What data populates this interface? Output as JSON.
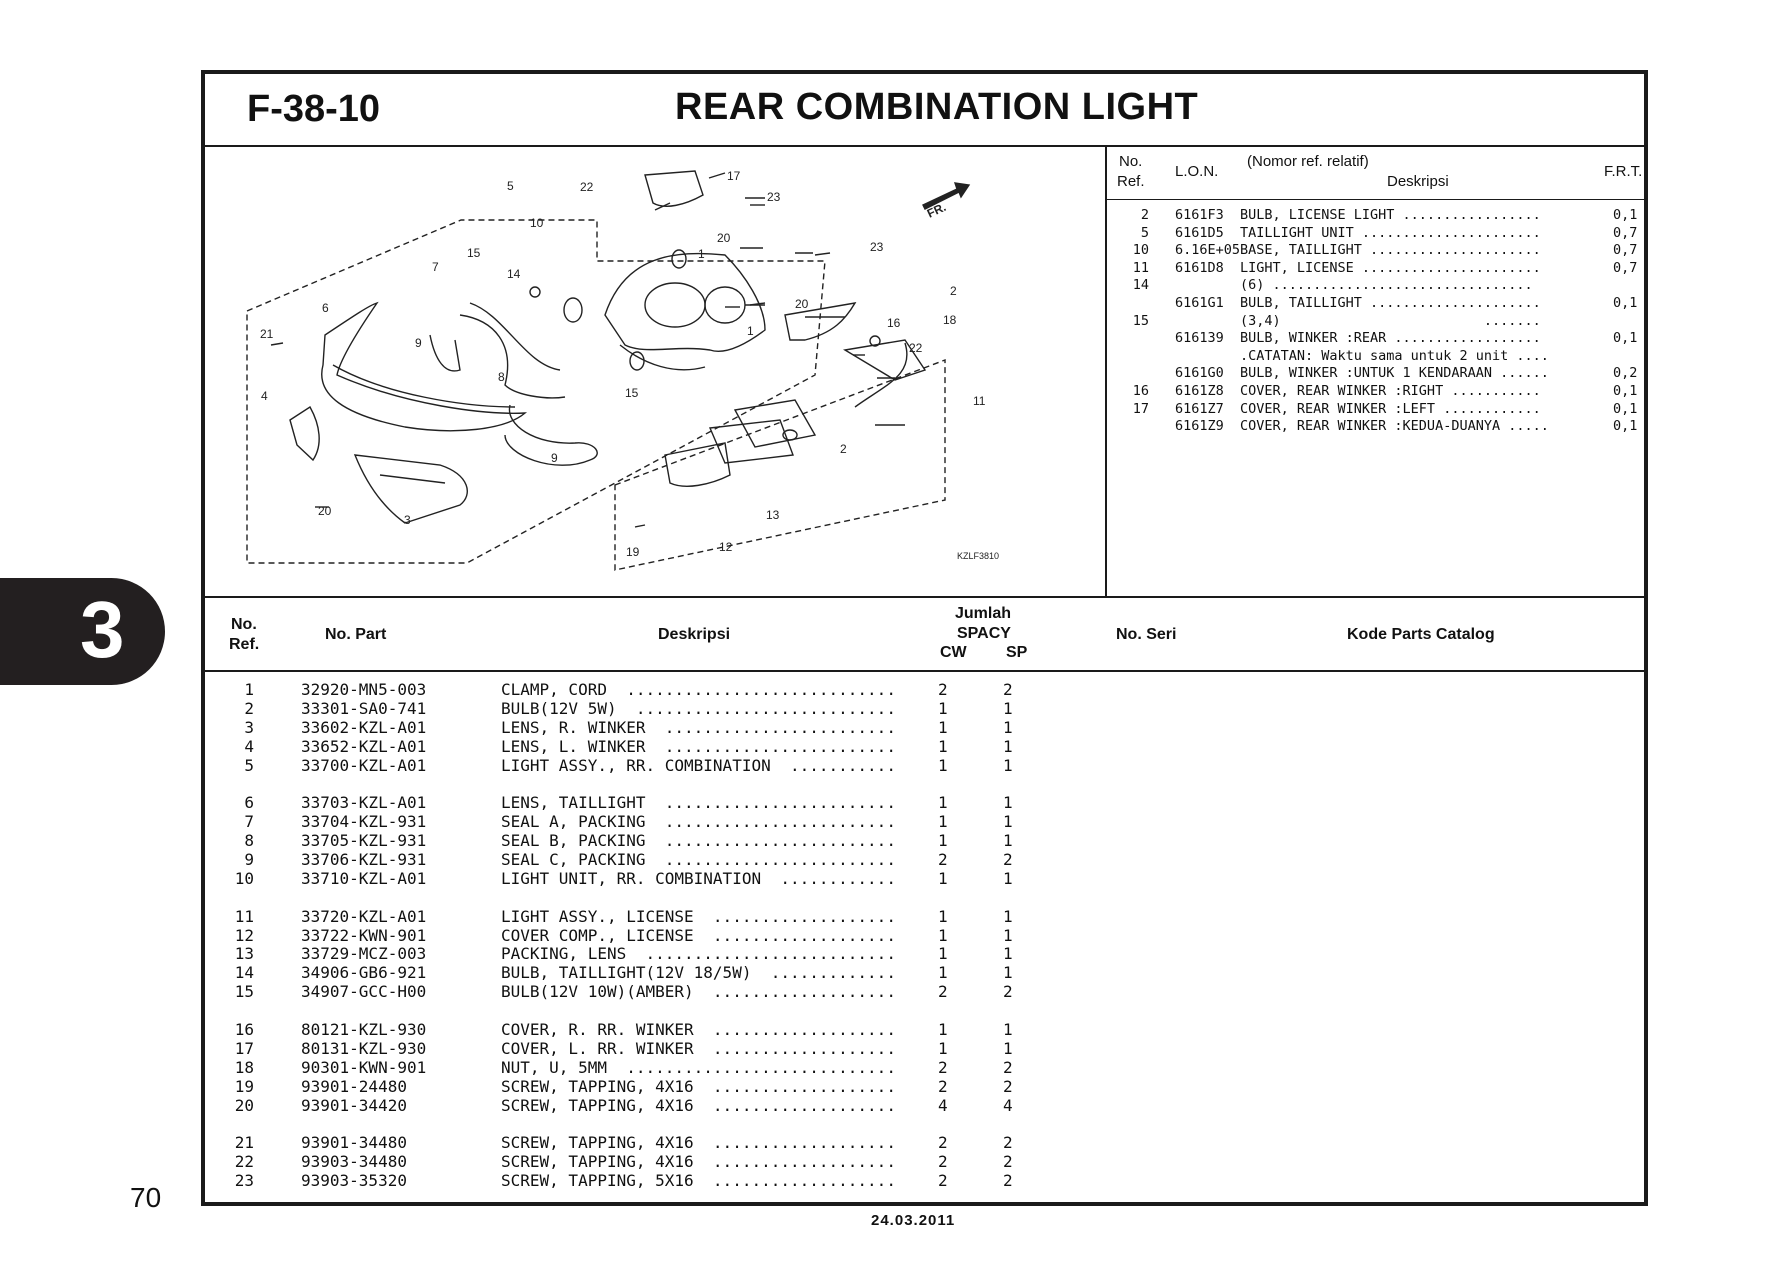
{
  "header": {
    "code": "F-38-10",
    "title": "REAR COMBINATION LIGHT"
  },
  "diagram": {
    "drawing_code": "KZLF3810",
    "fr_label": "FR.",
    "callouts": [
      "2",
      "5",
      "22",
      "17",
      "23",
      "10",
      "20",
      "1",
      "15",
      "7",
      "14",
      "23",
      "6",
      "20",
      "1",
      "16",
      "18",
      "21",
      "9",
      "22",
      "8",
      "15",
      "4",
      "11",
      "2",
      "9",
      "13",
      "20",
      "3",
      "12",
      "19"
    ]
  },
  "lon": {
    "head": {
      "no": "No.",
      "ref": "Ref.",
      "lon": "L.O.N.",
      "nomor": "(Nomor ref. relatif)",
      "desk": "Deskripsi",
      "frt": "F.R.T."
    },
    "rows": [
      {
        "ref": "2",
        "lon": "6161F3",
        "desc": "BULB, LICENSE LIGHT .................",
        "frt": "0,1"
      },
      {
        "ref": "5",
        "lon": "6161D5",
        "desc": "TAILLIGHT UNIT ......................",
        "frt": "0,7"
      },
      {
        "ref": "10",
        "lon": "6.16E+05",
        "desc": "BASE, TAILLIGHT .....................",
        "frt": "0,7"
      },
      {
        "ref": "11",
        "lon": "6161D8",
        "desc": "LIGHT, LICENSE ......................",
        "frt": "0,7"
      },
      {
        "ref": "14",
        "lon": "",
        "desc": "(6) ................................",
        "frt": ""
      },
      {
        "ref": "",
        "lon": "6161G1",
        "desc": "BULB, TAILLIGHT .....................",
        "frt": "0,1"
      },
      {
        "ref": "15",
        "lon": "",
        "desc": "(3,4)                         .......",
        "frt": ""
      },
      {
        "ref": "",
        "lon": "616139",
        "desc": "BULB, WINKER :REAR ..................",
        "frt": "0,1"
      },
      {
        "ref": "",
        "lon": "",
        "desc": ".CATATAN: Waktu sama untuk 2 unit ....",
        "frt": ""
      },
      {
        "ref": "",
        "lon": "6161G0",
        "desc": "BULB, WINKER :UNTUK 1 KENDARAAN ......",
        "frt": "0,2"
      },
      {
        "ref": "16",
        "lon": "6161Z8",
        "desc": "COVER, REAR WINKER :RIGHT ...........",
        "frt": "0,1"
      },
      {
        "ref": "17",
        "lon": "6161Z7",
        "desc": "COVER, REAR WINKER :LEFT ............",
        "frt": "0,1"
      },
      {
        "ref": "",
        "lon": "6161Z9",
        "desc": "COVER, REAR WINKER :KEDUA-DUANYA .....",
        "frt": "0,1"
      }
    ]
  },
  "parts_head": {
    "no": "No.",
    "ref": "Ref.",
    "part": "No. Part",
    "desk": "Deskripsi",
    "jumlah": "Jumlah",
    "spacy": "SPACY",
    "cw": "CW",
    "sp": "SP",
    "seri": "No. Seri",
    "kode": "Kode Parts Catalog"
  },
  "parts_groups": [
    [
      {
        "ref": "1",
        "part": "32920-MN5-003",
        "desc": "CLAMP, CORD  ............................",
        "cw": "2",
        "sp": "2"
      },
      {
        "ref": "2",
        "part": "33301-SA0-741",
        "desc": "BULB(12V 5W)  ...........................",
        "cw": "1",
        "sp": "1"
      },
      {
        "ref": "3",
        "part": "33602-KZL-A01",
        "desc": "LENS, R. WINKER  ........................",
        "cw": "1",
        "sp": "1"
      },
      {
        "ref": "4",
        "part": "33652-KZL-A01",
        "desc": "LENS, L. WINKER  ........................",
        "cw": "1",
        "sp": "1"
      },
      {
        "ref": "5",
        "part": "33700-KZL-A01",
        "desc": "LIGHT ASSY., RR. COMBINATION  ...........",
        "cw": "1",
        "sp": "1"
      }
    ],
    [
      {
        "ref": "6",
        "part": "33703-KZL-A01",
        "desc": "LENS, TAILLIGHT  ........................",
        "cw": "1",
        "sp": "1"
      },
      {
        "ref": "7",
        "part": "33704-KZL-931",
        "desc": "SEAL A, PACKING  ........................",
        "cw": "1",
        "sp": "1"
      },
      {
        "ref": "8",
        "part": "33705-KZL-931",
        "desc": "SEAL B, PACKING  ........................",
        "cw": "1",
        "sp": "1"
      },
      {
        "ref": "9",
        "part": "33706-KZL-931",
        "desc": "SEAL C, PACKING  ........................",
        "cw": "2",
        "sp": "2"
      },
      {
        "ref": "10",
        "part": "33710-KZL-A01",
        "desc": "LIGHT UNIT, RR. COMBINATION  ............",
        "cw": "1",
        "sp": "1"
      }
    ],
    [
      {
        "ref": "11",
        "part": "33720-KZL-A01",
        "desc": "LIGHT ASSY., LICENSE  ...................",
        "cw": "1",
        "sp": "1"
      },
      {
        "ref": "12",
        "part": "33722-KWN-901",
        "desc": "COVER COMP., LICENSE  ...................",
        "cw": "1",
        "sp": "1"
      },
      {
        "ref": "13",
        "part": "33729-MCZ-003",
        "desc": "PACKING, LENS  ..........................",
        "cw": "1",
        "sp": "1"
      },
      {
        "ref": "14",
        "part": "34906-GB6-921",
        "desc": "BULB, TAILLIGHT(12V 18/5W)  .............",
        "cw": "1",
        "sp": "1"
      },
      {
        "ref": "15",
        "part": "34907-GCC-H00",
        "desc": "BULB(12V 10W)(AMBER)  ...................",
        "cw": "2",
        "sp": "2"
      }
    ],
    [
      {
        "ref": "16",
        "part": "80121-KZL-930",
        "desc": "COVER, R. RR. WINKER  ...................",
        "cw": "1",
        "sp": "1"
      },
      {
        "ref": "17",
        "part": "80131-KZL-930",
        "desc": "COVER, L. RR. WINKER  ...................",
        "cw": "1",
        "sp": "1"
      },
      {
        "ref": "18",
        "part": "90301-KWN-901",
        "desc": "NUT, U, 5MM  ............................",
        "cw": "2",
        "sp": "2"
      },
      {
        "ref": "19",
        "part": "93901-24480",
        "desc": "SCREW, TAPPING, 4X16  ...................",
        "cw": "2",
        "sp": "2"
      },
      {
        "ref": "20",
        "part": "93901-34420",
        "desc": "SCREW, TAPPING, 4X16  ...................",
        "cw": "4",
        "sp": "4"
      }
    ],
    [
      {
        "ref": "21",
        "part": "93901-34480",
        "desc": "SCREW, TAPPING, 4X16  ...................",
        "cw": "2",
        "sp": "2"
      },
      {
        "ref": "22",
        "part": "93903-34480",
        "desc": "SCREW, TAPPING, 4X16  ...................",
        "cw": "2",
        "sp": "2"
      },
      {
        "ref": "23",
        "part": "93903-35320",
        "desc": "SCREW, TAPPING, 5X16  ...................",
        "cw": "2",
        "sp": "2"
      }
    ]
  ],
  "section_tab": "3",
  "page_number": "70",
  "date": "24.03.2011"
}
